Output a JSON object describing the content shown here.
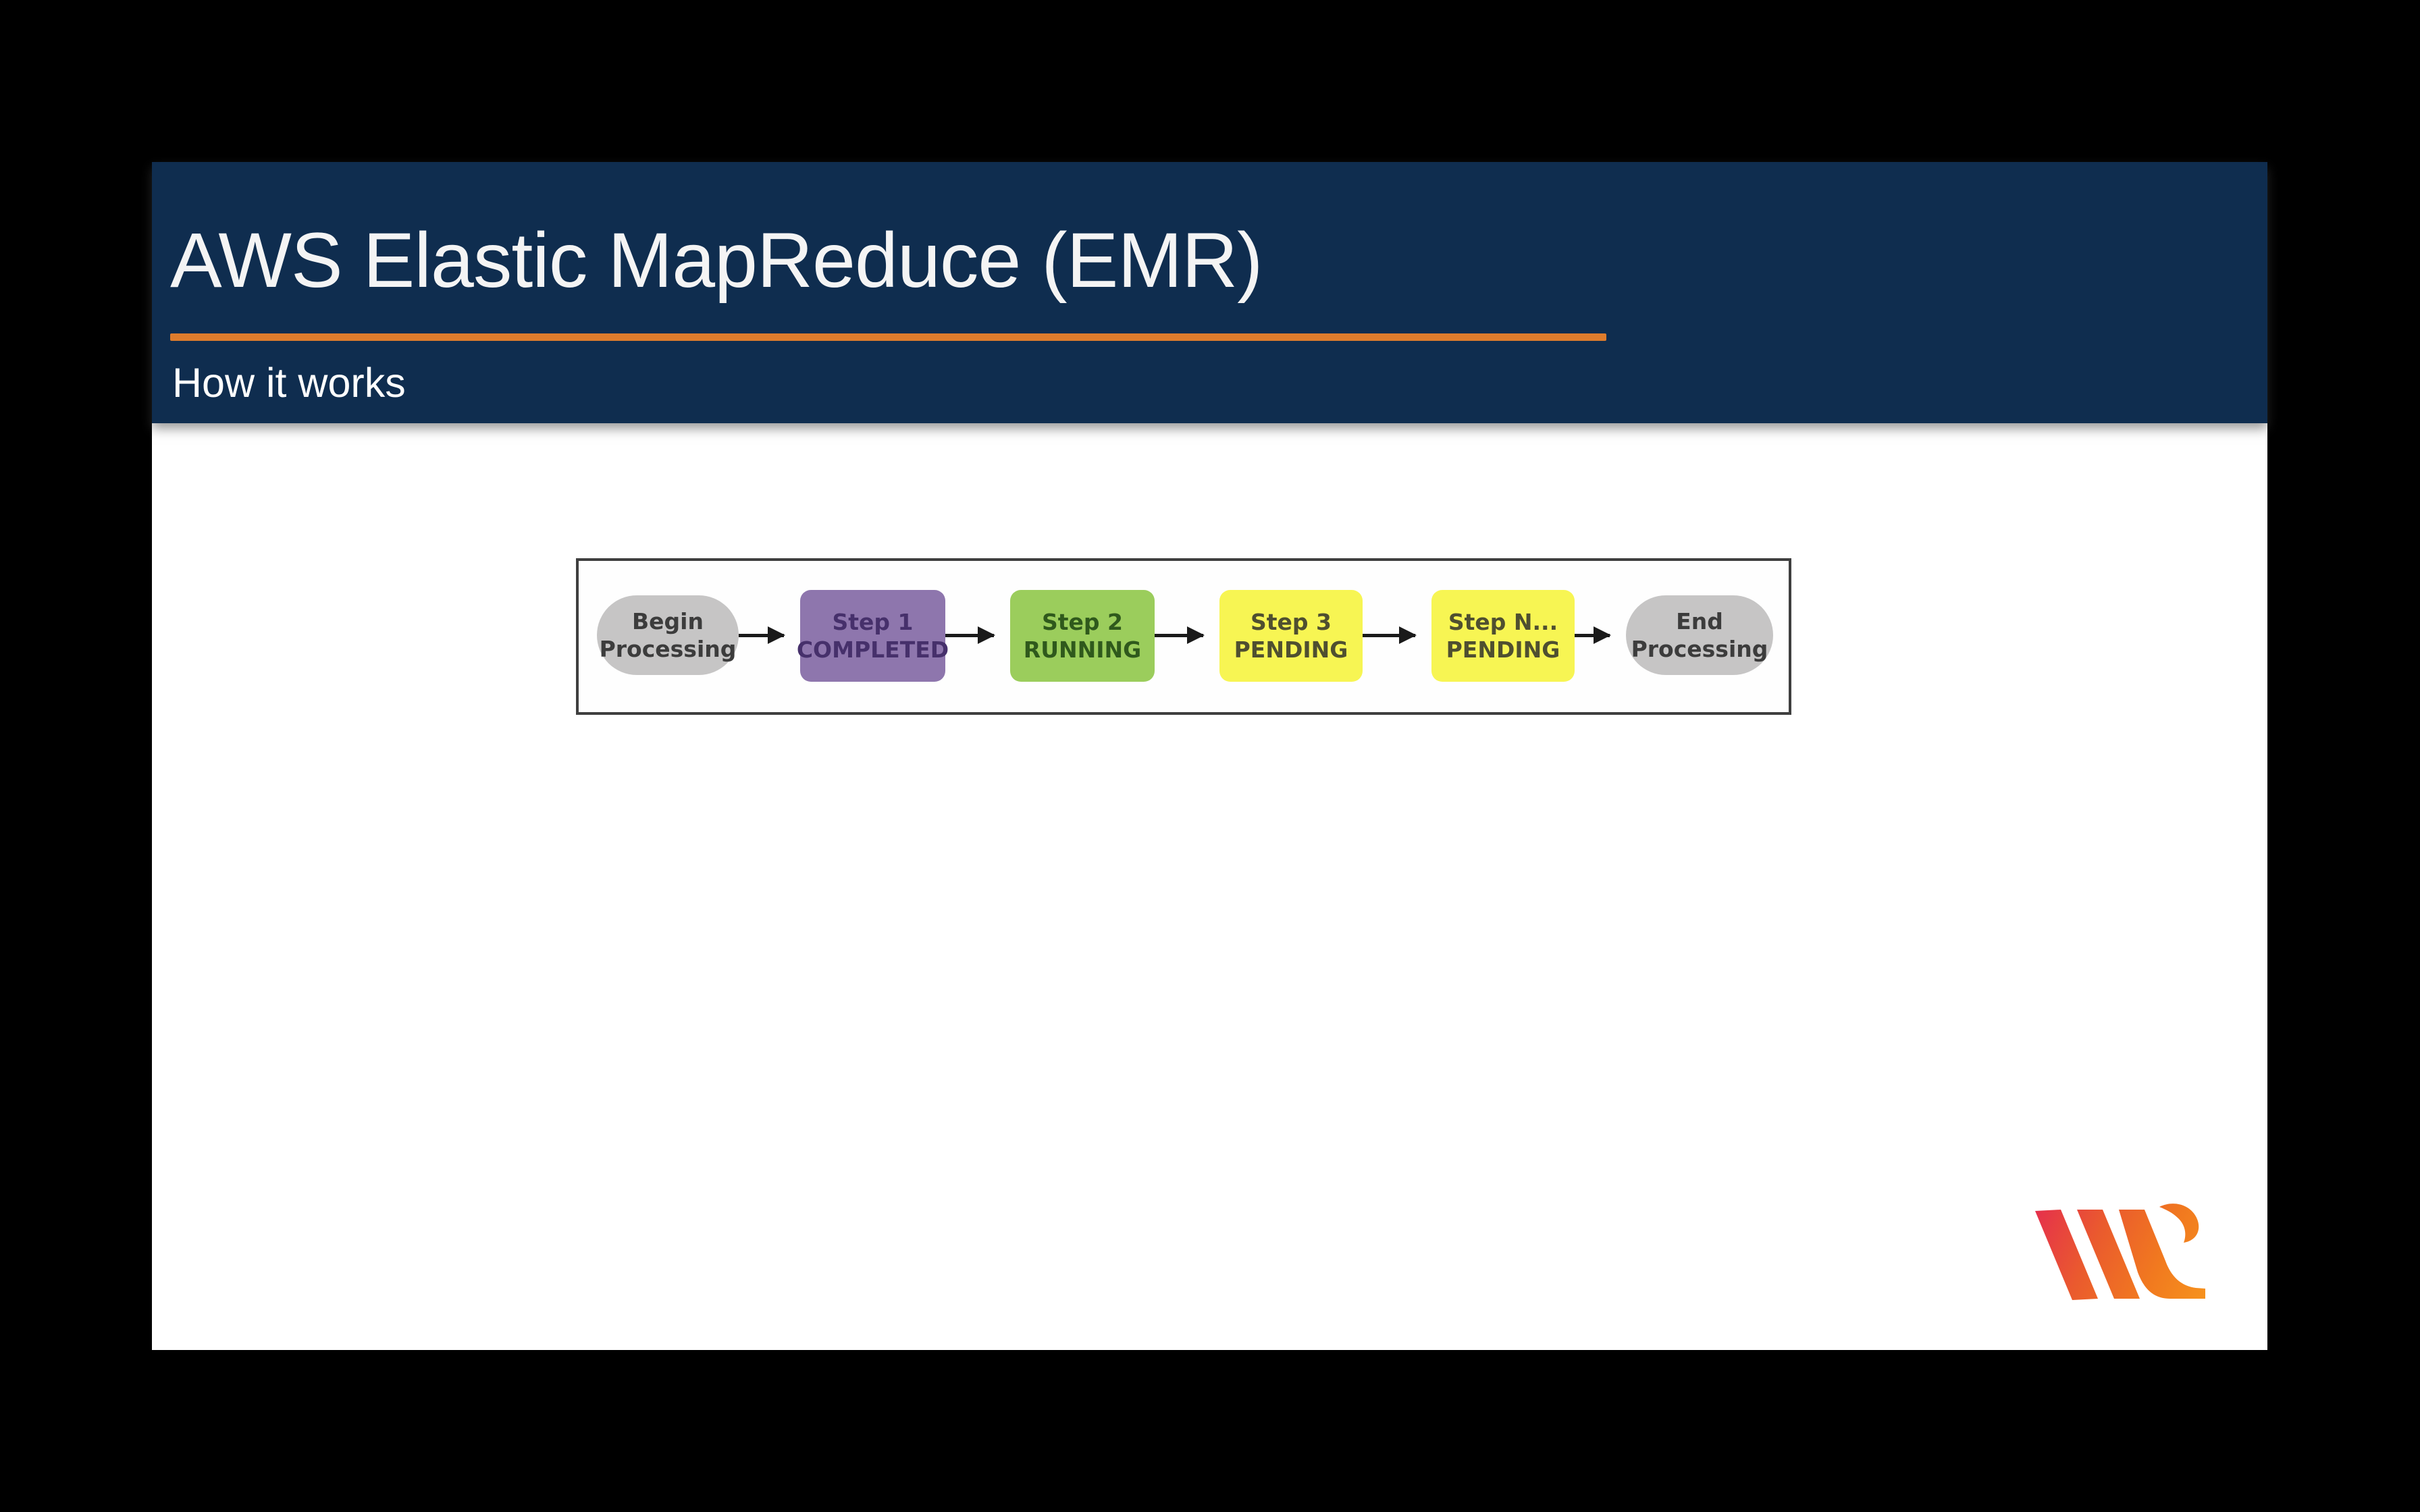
{
  "slide": {
    "title": "AWS Elastic MapReduce (EMR)",
    "subtitle": "How it works",
    "colors": {
      "canvas_bg": "#000000",
      "header_bg": "#0F2D4F",
      "accent_orange": "#DE7C2C",
      "slide_bg": "#FFFFFF",
      "title_text": "#F4F4F4",
      "subtitle_text": "#FFFFFF"
    }
  },
  "diagram": {
    "panel_border": "#3F3F3F",
    "arrow_color": "#1A1A1A",
    "nodes": [
      {
        "id": "begin",
        "line1": "Begin",
        "line2": "Processing",
        "shape": "terminator",
        "fill": "#C6C5C5",
        "text_color": "#3C3C3C"
      },
      {
        "id": "step-1",
        "line1": "Step 1",
        "line2": "COMPLETED",
        "shape": "step",
        "fill": "#8E76AD",
        "text_color": "#46306B"
      },
      {
        "id": "step-2",
        "line1": "Step 2",
        "line2": "RUNNING",
        "shape": "step",
        "fill": "#9BCD5C",
        "text_color": "#2F591C"
      },
      {
        "id": "step-3",
        "line1": "Step 3",
        "line2": "PENDING",
        "shape": "step",
        "fill": "#F7F553",
        "text_color": "#4F4F30"
      },
      {
        "id": "step-n",
        "line1": "Step N...",
        "line2": "PENDING",
        "shape": "step",
        "fill": "#F7F553",
        "text_color": "#4F4F30"
      },
      {
        "id": "end",
        "line1": "End",
        "line2": "Processing",
        "shape": "terminator",
        "fill": "#C6C5C5",
        "text_color": "#3C3C3C"
      }
    ]
  },
  "logo": {
    "name": "whizlabs-logo",
    "gradient_stops": [
      "#E5304C",
      "#EA5A2E",
      "#F1791F",
      "#F6921E"
    ]
  }
}
